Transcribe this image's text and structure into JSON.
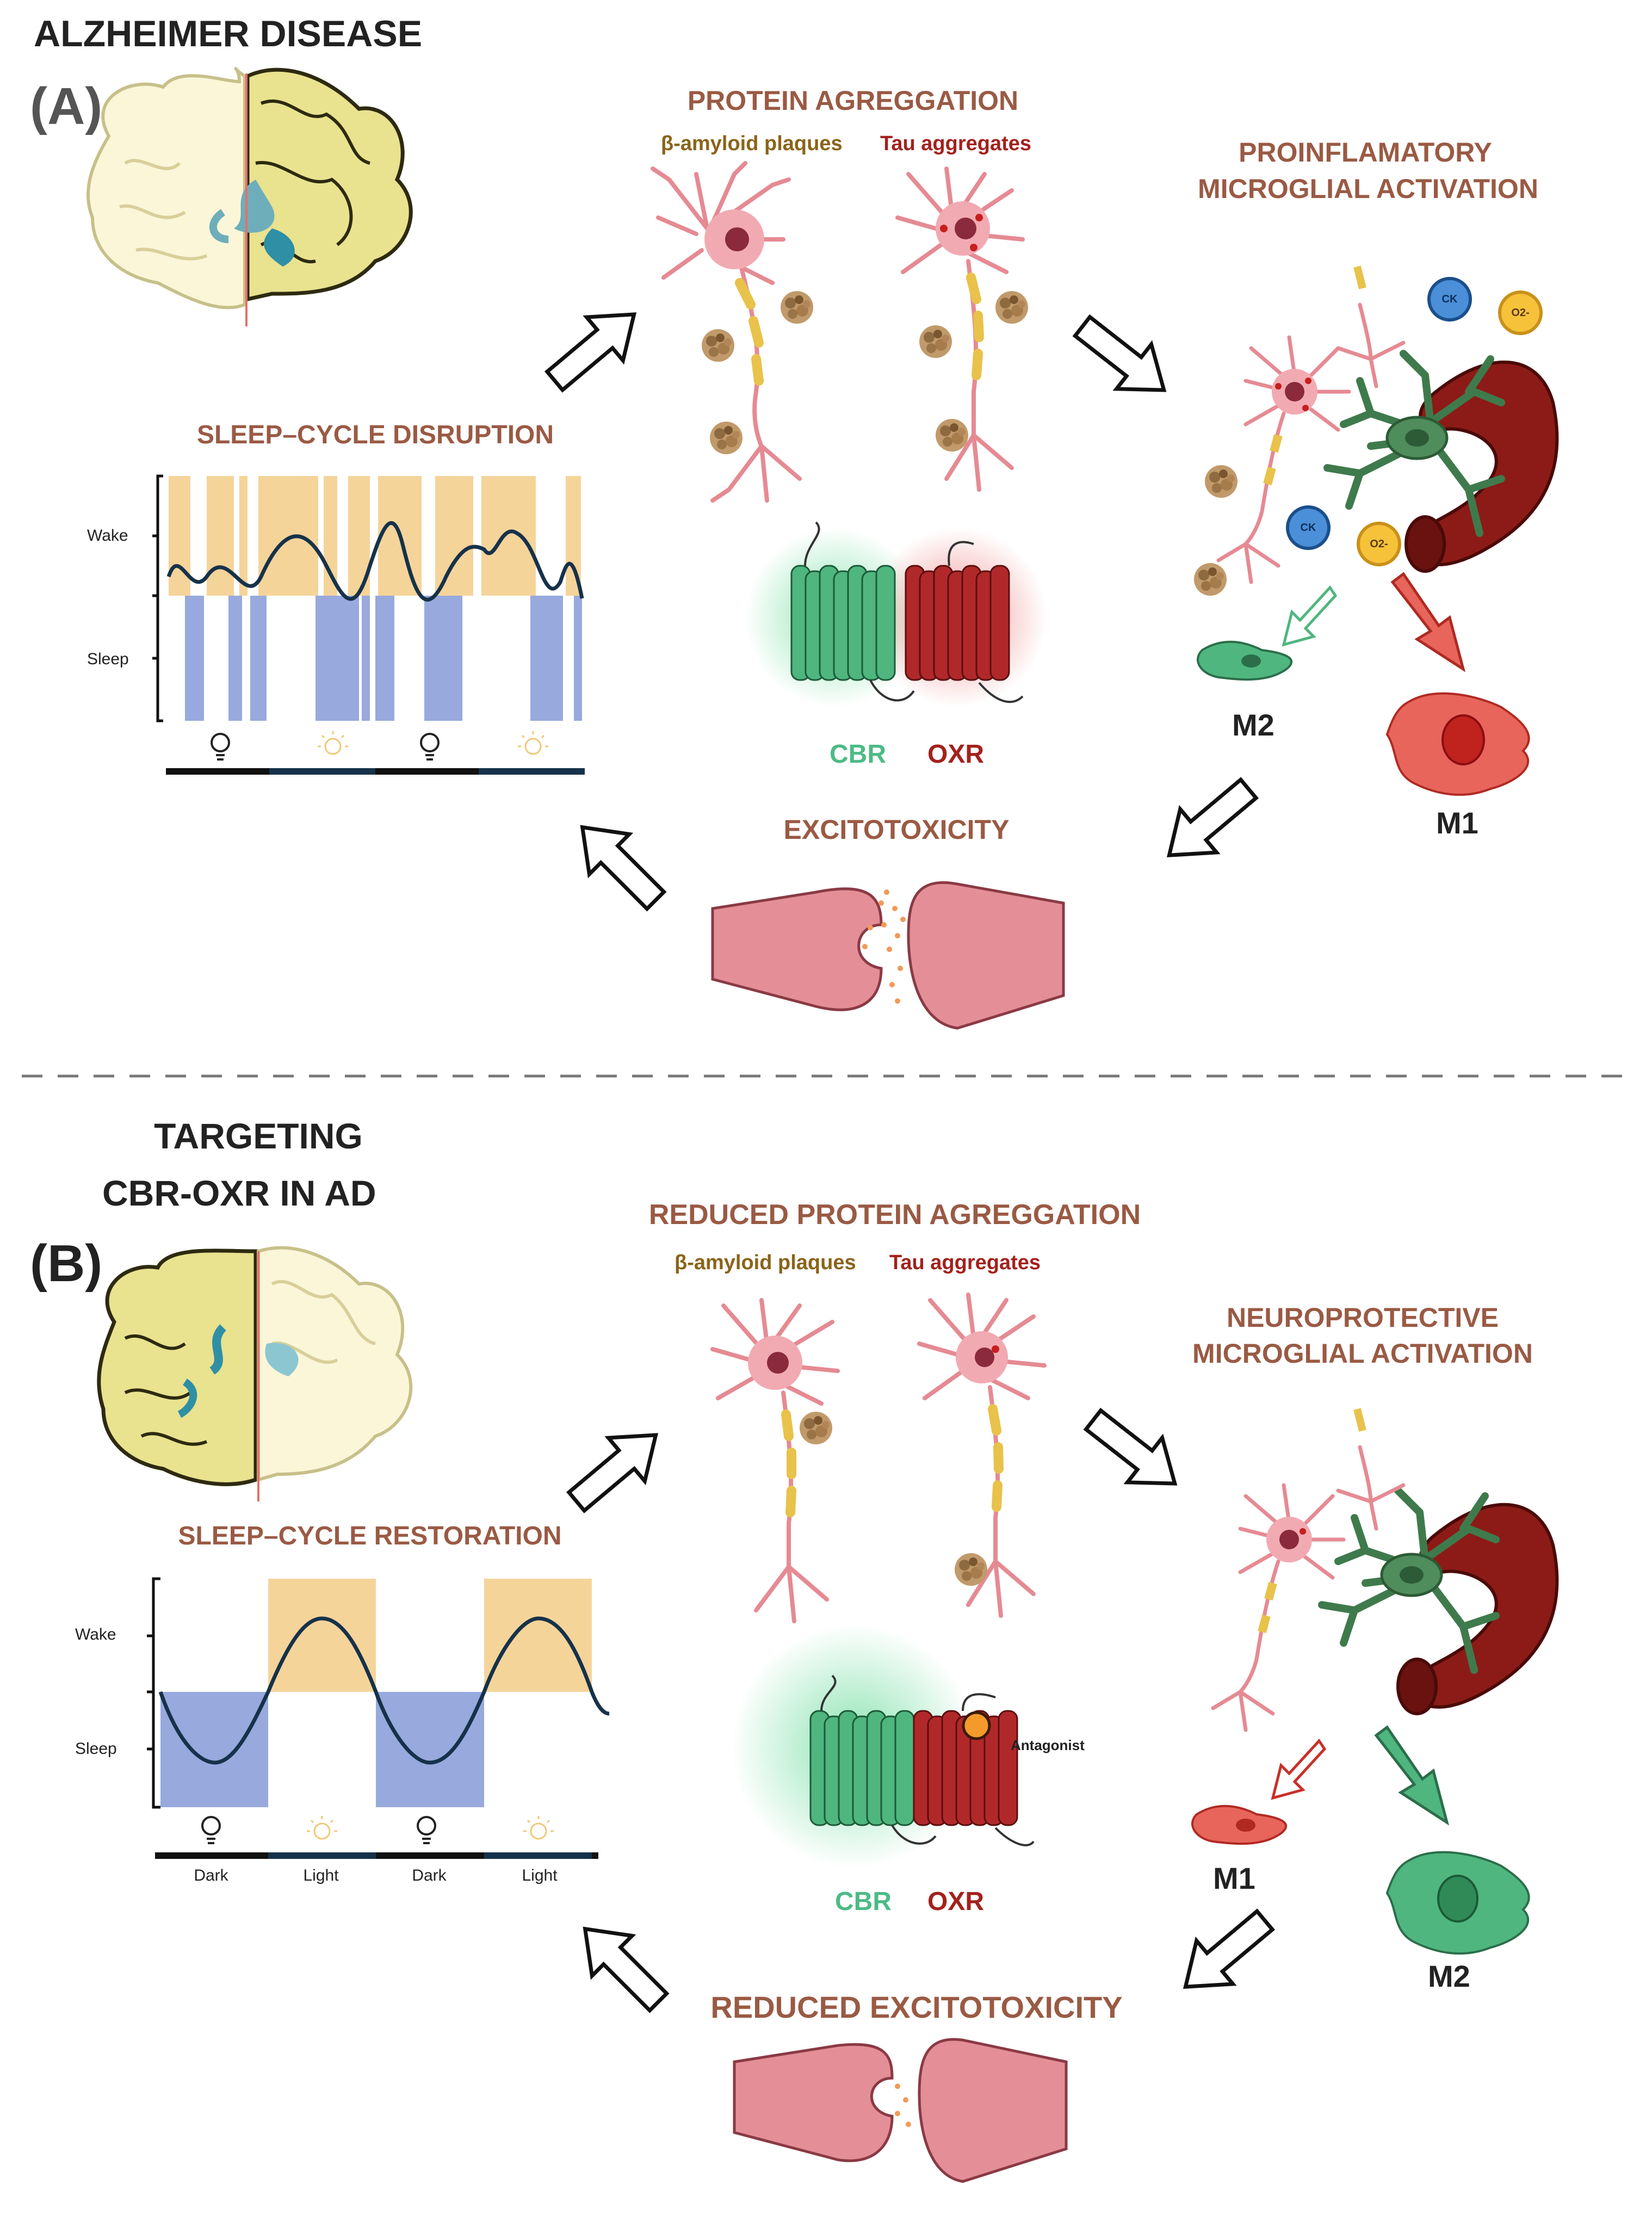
{
  "panel_a": {
    "title": "ALZHEIMER DISEASE",
    "label": "(A)",
    "sleep_title": "SLEEP–CYCLE DISRUPTION",
    "sleep_wake": "Wake",
    "sleep_sleep": "Sleep",
    "protein_title": "PROTEIN AGREGGATION",
    "amyloid": "β-amyloid  plaques",
    "tau": "Tau aggregates",
    "microglia_title_1": "PROINFLAMATORY",
    "microglia_title_2": "MICROGLIAL ACTIVATION",
    "ck": "CK",
    "o2": "O2-",
    "m2": "M2",
    "m1": "M1",
    "cbr": "CBR",
    "oxr": "OXR",
    "excito": "EXCITOTOXICITY"
  },
  "panel_b": {
    "title_1": "TARGETING",
    "title_2": "CBR-OXR IN AD",
    "label": "(B)",
    "sleep_title": "SLEEP–CYCLE RESTORATION",
    "sleep_wake": "Wake",
    "sleep_sleep": "Sleep",
    "phases": [
      "Dark",
      "Light",
      "Dark",
      "Light"
    ],
    "protein_title": "REDUCED PROTEIN AGREGGATION",
    "amyloid": "β-amyloid  plaques",
    "tau": "Tau aggregates",
    "microglia_title_1": "NEUROPROTECTIVE",
    "microglia_title_2": "MICROGLIAL ACTIVATION",
    "m1": "M1",
    "m2": "M2",
    "cbr": "CBR",
    "oxr": "OXR",
    "antagonist": "Antagonist",
    "excito": "REDUCED EXCITOTOXICITY"
  },
  "colors": {
    "wake": "#f5d49a",
    "sleep": "#98a9dd",
    "neuron": "#e58a93",
    "microglia": "#3f7a4c",
    "vessel": "#8c1b17",
    "cbr": "#3fae73",
    "oxr": "#a8221f",
    "m1": "#e8655c",
    "m2": "#4fb67f",
    "synapse": "#e48e98",
    "plaque": "#b18a5e"
  }
}
